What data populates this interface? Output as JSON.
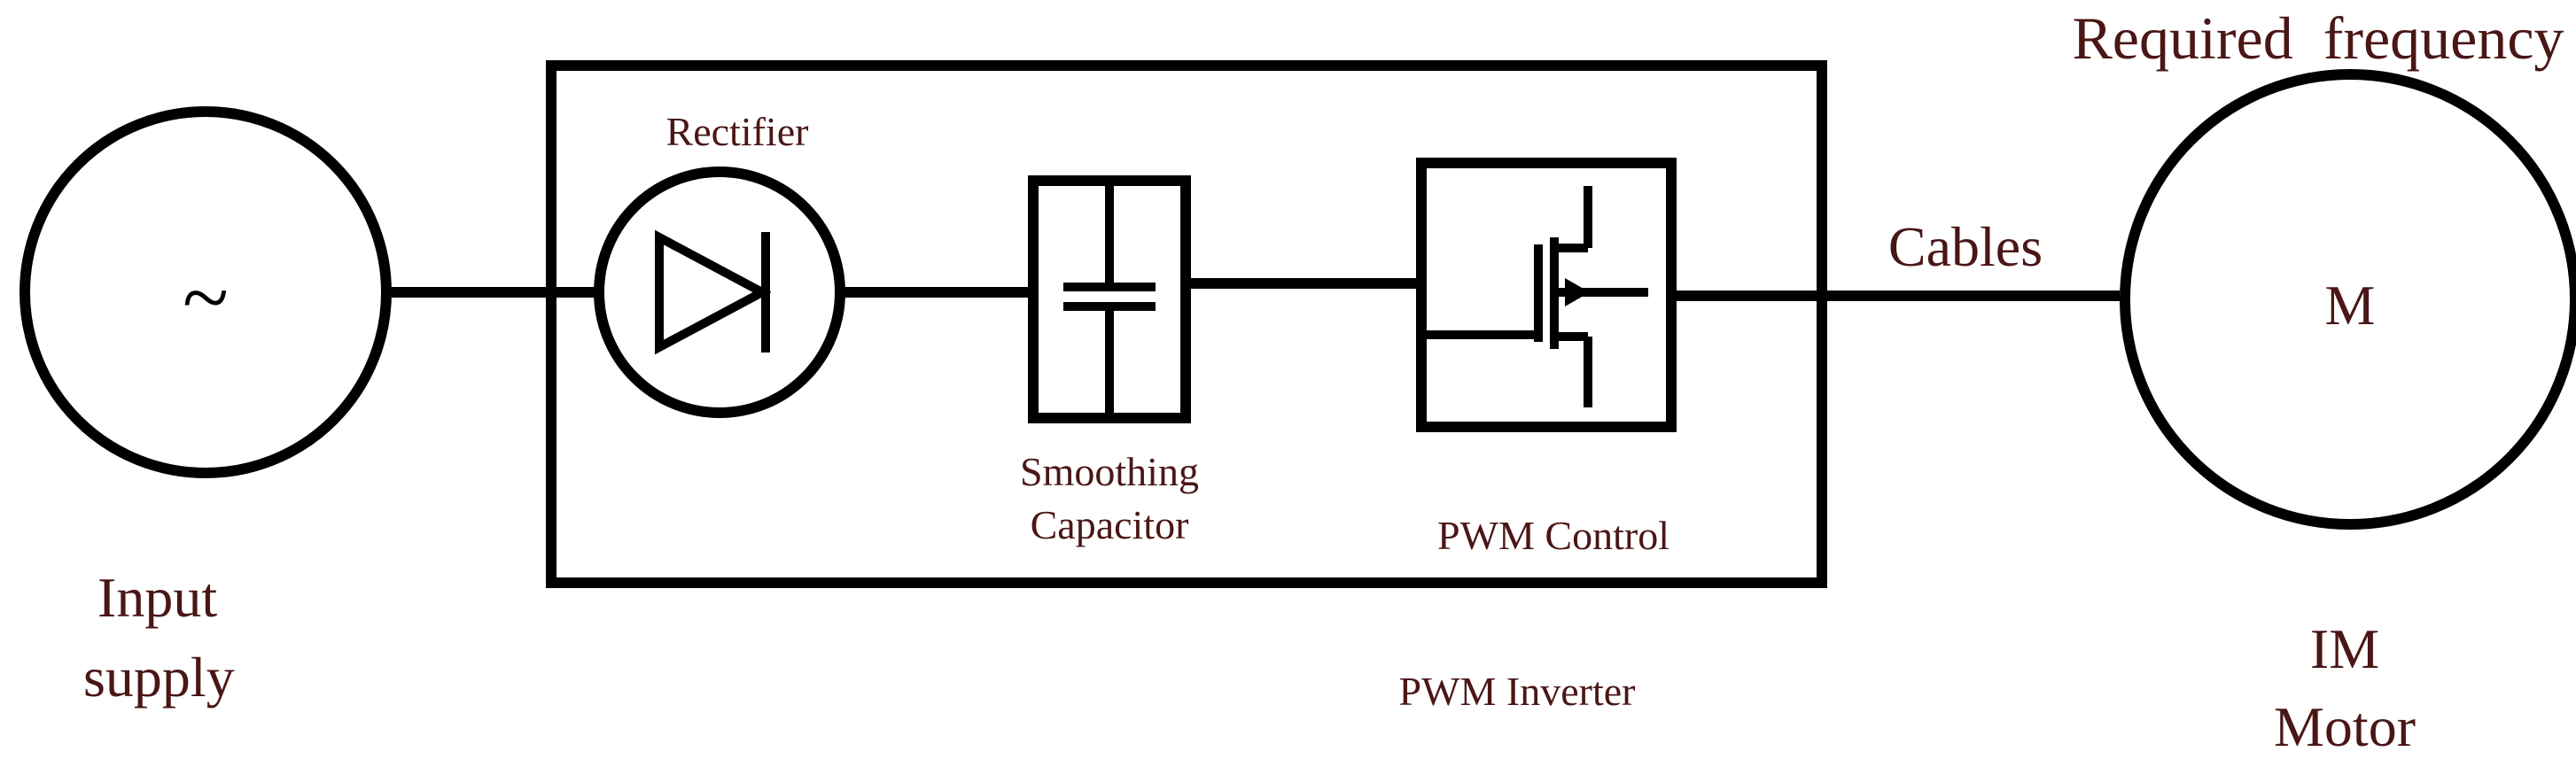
{
  "colors": {
    "line": "#000000",
    "label": "#4a1616",
    "symbol": "#000000",
    "background": "#ffffff"
  },
  "labels": {
    "source_symbol": "~",
    "input_line1": "Input",
    "input_line2": "supply",
    "rectifier": "Rectifier",
    "smoothing_line1": "Smoothing",
    "smoothing_line2": "Capacitor",
    "pwm_control": "PWM Control",
    "pwm_inverter": "PWM Inverter",
    "cables": "Cables",
    "required_frequency": "Required  frequency",
    "motor_symbol": "M",
    "motor_line1": "IM",
    "motor_line2": "Motor"
  },
  "icons": {
    "source": "ac-source-icon",
    "rectifier": "diode-icon",
    "capacitor": "capacitor-icon",
    "switch": "igbt-icon",
    "motor": "motor-icon"
  }
}
